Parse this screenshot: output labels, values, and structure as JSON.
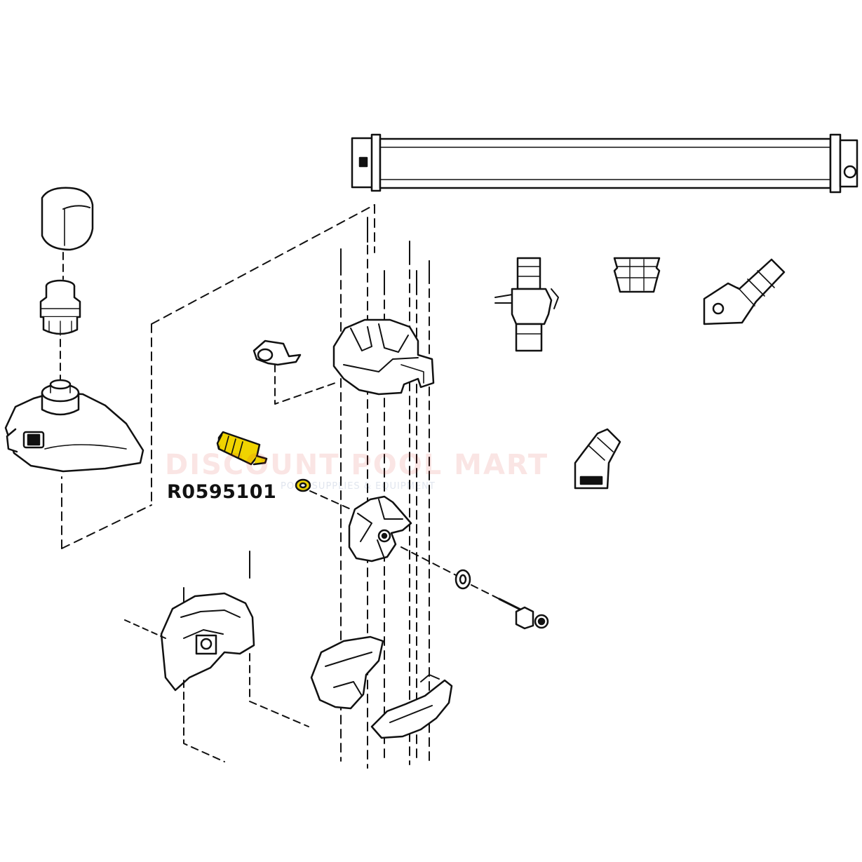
{
  "diagram": {
    "part_number_label": "R0595101",
    "watermark": {
      "brand": "DISCOUNT POOL MART",
      "tagline": "POOL SUPPLIES & EQUIPMENT"
    },
    "colors": {
      "line": "#111111",
      "highlight": "#f0d400",
      "watermark_red": "#d9362e",
      "watermark_blue": "#2a4c8a"
    }
  }
}
